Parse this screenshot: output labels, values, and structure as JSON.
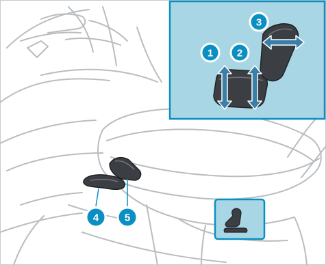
{
  "figure": {
    "callouts": [
      {
        "id": "1",
        "label": "1"
      },
      {
        "id": "2",
        "label": "2"
      },
      {
        "id": "3",
        "label": "3"
      },
      {
        "id": "4",
        "label": "4"
      },
      {
        "id": "5",
        "label": "5"
      }
    ]
  },
  "colors": {
    "background": "#ffffff",
    "line_art": "#b9bdc0",
    "line_art_dark": "#8e9398",
    "inset_panel": "#a9d6e5",
    "callout_fill": "#0a8fc2",
    "callout_ring": "#ffffff",
    "seat_part": "#3b3e42",
    "seat_part_highlight": "#6f7378"
  },
  "icons": [
    "seat-adjust-icon",
    "double-arrow-vertical-icon",
    "double-arrow-horizontal-icon"
  ]
}
